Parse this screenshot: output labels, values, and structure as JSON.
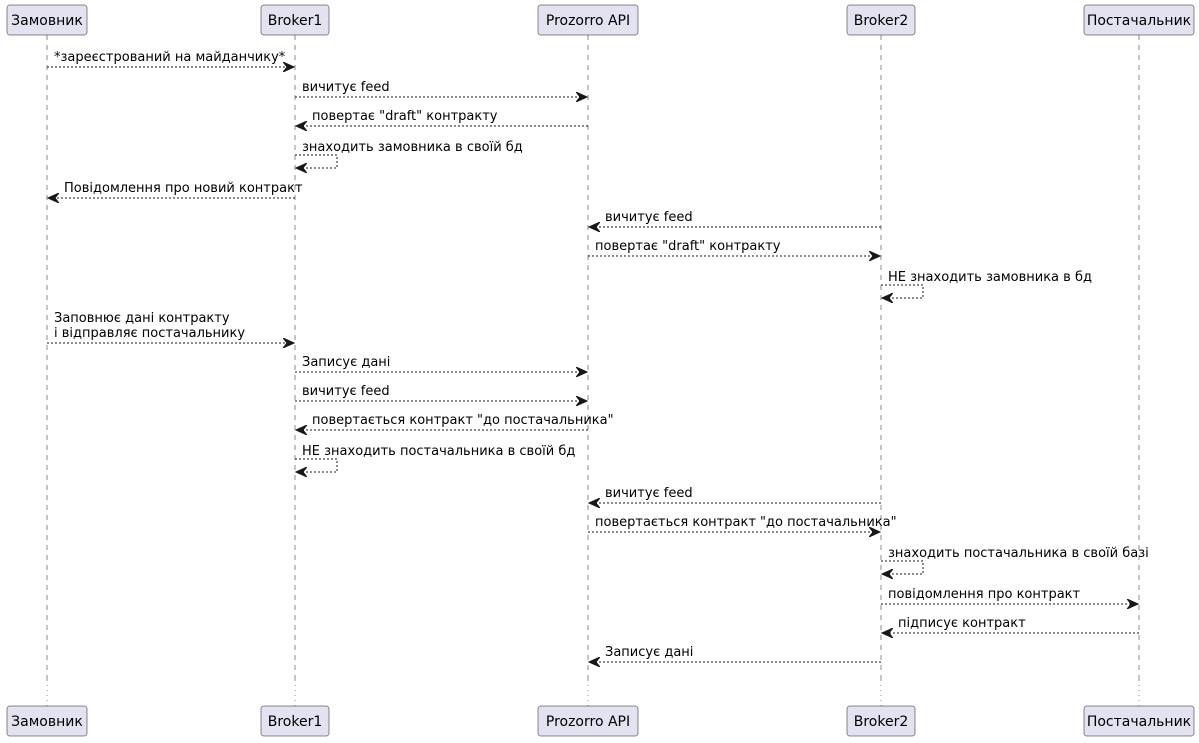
{
  "participants": [
    {
      "id": "zamovnyk",
      "name": "Замовник"
    },
    {
      "id": "broker1",
      "name": "Broker1"
    },
    {
      "id": "api",
      "name": "Prozorro API"
    },
    {
      "id": "broker2",
      "name": "Broker2"
    },
    {
      "id": "postachalnyk",
      "name": "Постачальник"
    }
  ],
  "messages": [
    {
      "from": "zamovnyk",
      "to": "broker1",
      "lines": [
        "*зареєстрований на майданчику*"
      ]
    },
    {
      "from": "broker1",
      "to": "api",
      "lines": [
        "вичитує feed"
      ]
    },
    {
      "from": "api",
      "to": "broker1",
      "lines": [
        "повертає \"draft\" контракту"
      ]
    },
    {
      "from": "broker1",
      "to": "broker1",
      "lines": [
        "знаходить замовника в своїй бд"
      ]
    },
    {
      "from": "broker1",
      "to": "zamovnyk",
      "lines": [
        "Повідомлення про новий контракт"
      ]
    },
    {
      "from": "broker2",
      "to": "api",
      "lines": [
        "вичитує feed"
      ]
    },
    {
      "from": "api",
      "to": "broker2",
      "lines": [
        "повертає \"draft\" контракту"
      ]
    },
    {
      "from": "broker2",
      "to": "broker2",
      "lines": [
        "НЕ знаходить замовника в бд"
      ]
    },
    {
      "from": "zamovnyk",
      "to": "broker1",
      "lines": [
        "Заповнює дані контракту",
        "і відправляє постачальнику"
      ]
    },
    {
      "from": "broker1",
      "to": "api",
      "lines": [
        "Записує дані"
      ]
    },
    {
      "from": "broker1",
      "to": "api",
      "lines": [
        "вичитує feed"
      ]
    },
    {
      "from": "api",
      "to": "broker1",
      "lines": [
        "повертається контракт \"до постачальника\""
      ]
    },
    {
      "from": "broker1",
      "to": "broker1",
      "lines": [
        "НЕ знаходить постачальника в своїй бд"
      ]
    },
    {
      "from": "broker2",
      "to": "api",
      "lines": [
        "вичитує feed"
      ]
    },
    {
      "from": "api",
      "to": "broker2",
      "lines": [
        "повертається контракт \"до постачальника\""
      ]
    },
    {
      "from": "broker2",
      "to": "broker2",
      "lines": [
        "знаходить постачальника в своїй базі"
      ]
    },
    {
      "from": "broker2",
      "to": "postachalnyk",
      "lines": [
        "повідомлення про контракт"
      ]
    },
    {
      "from": "postachalnyk",
      "to": "broker2",
      "lines": [
        "підписує контракт"
      ]
    },
    {
      "from": "broker2",
      "to": "api",
      "lines": [
        "Записує дані"
      ]
    }
  ]
}
